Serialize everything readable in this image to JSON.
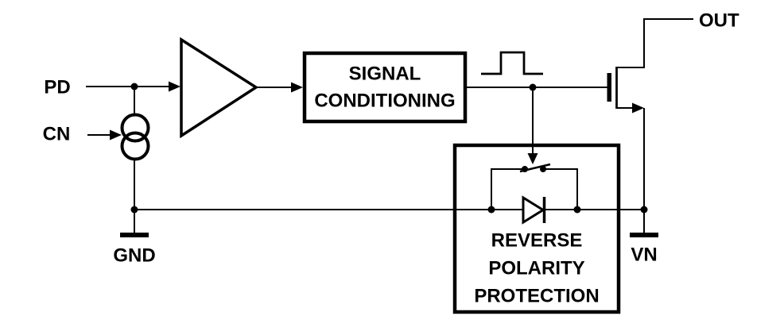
{
  "diagram": {
    "title": "negative-supply load-switch block diagram",
    "labels": {
      "pd": "PD",
      "cn": "CN",
      "gnd": "GND",
      "out": "OUT",
      "vn": "VN"
    },
    "blocks": {
      "signal_conditioning": {
        "line1": "SIGNAL",
        "line2": "CONDITIONING"
      },
      "reverse_polarity": {
        "line1": "REVERSE",
        "line2": "POLARITY",
        "line3": "PROTECTION"
      }
    },
    "icons": [
      "amplifier-icon",
      "current-source-icon",
      "pulse-icon",
      "mosfet-icon",
      "switch-icon",
      "diode-icon",
      "ground-icon"
    ],
    "colors": {
      "line": "#000000",
      "background": "#ffffff"
    }
  }
}
